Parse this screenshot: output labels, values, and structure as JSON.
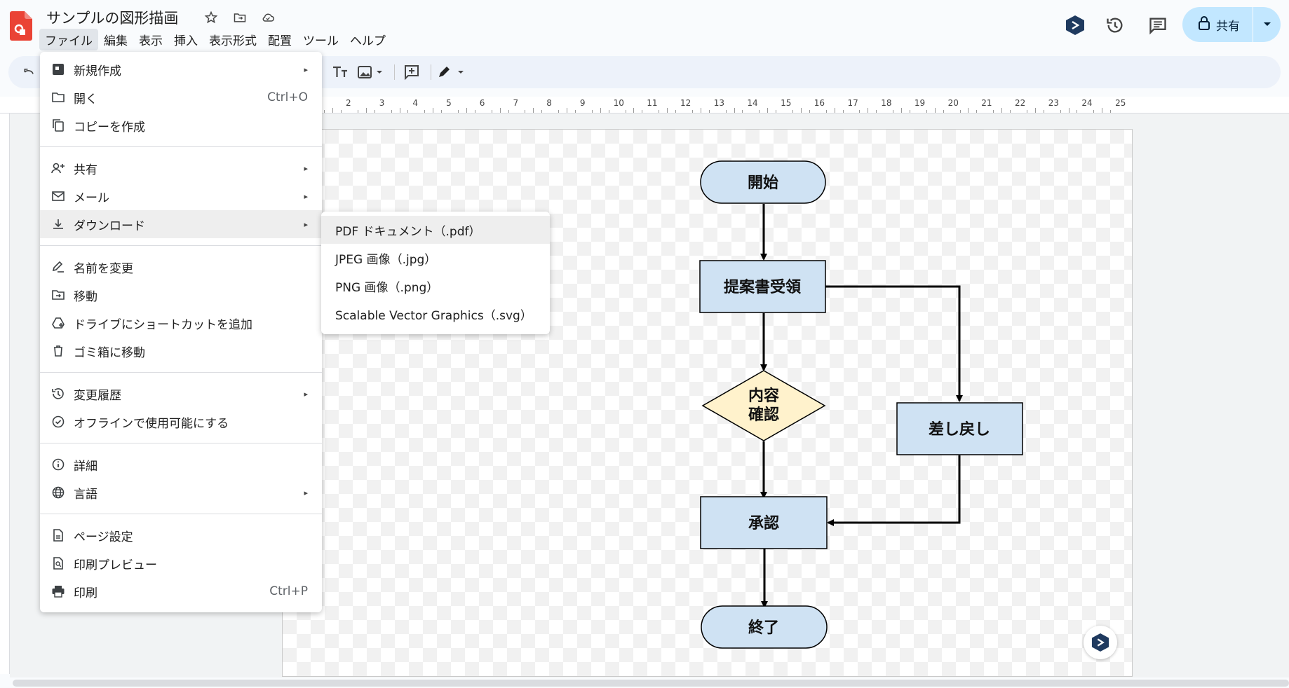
{
  "header": {
    "title": "サンプルの図形描画",
    "share_label": "共有"
  },
  "menubar": [
    "ファイル",
    "編集",
    "表示",
    "挿入",
    "表示形式",
    "配置",
    "ツール",
    "ヘルプ"
  ],
  "file_menu": {
    "items": [
      {
        "label": "新規作成",
        "icon": "new-icon",
        "arrow": "▸"
      },
      {
        "label": "開く",
        "icon": "folder-open-icon",
        "shortcut": "Ctrl+O"
      },
      {
        "label": "コピーを作成",
        "icon": "copy-icon"
      },
      {
        "label": "共有",
        "icon": "person-add-icon",
        "arrow": "▸"
      },
      {
        "label": "メール",
        "icon": "mail-icon",
        "arrow": "▸"
      },
      {
        "label": "ダウンロード",
        "icon": "download-icon",
        "arrow": "▸"
      },
      {
        "label": "名前を変更",
        "icon": "rename-icon"
      },
      {
        "label": "移動",
        "icon": "move-icon"
      },
      {
        "label": "ドライブにショートカットを追加",
        "icon": "drive-shortcut-icon"
      },
      {
        "label": "ゴミ箱に移動",
        "icon": "trash-icon"
      },
      {
        "label": "変更履歴",
        "icon": "history-icon",
        "arrow": "▸"
      },
      {
        "label": "オフラインで使用可能にする",
        "icon": "offline-icon"
      },
      {
        "label": "詳細",
        "icon": "info-icon"
      },
      {
        "label": "言語",
        "icon": "globe-icon",
        "arrow": "▸"
      },
      {
        "label": "ページ設定",
        "icon": "page-icon"
      },
      {
        "label": "印刷プレビュー",
        "icon": "print-preview-icon"
      },
      {
        "label": "印刷",
        "icon": "print-icon",
        "shortcut": "Ctrl+P"
      }
    ]
  },
  "download_submenu": [
    "PDF ドキュメント（.pdf）",
    "JPEG 画像（.jpg）",
    "PNG 画像（.png）",
    "Scalable Vector Graphics（.svg）"
  ],
  "ruler": [
    "2",
    "3",
    "4",
    "5",
    "6",
    "7",
    "8",
    "9",
    "10",
    "11",
    "12",
    "13",
    "14",
    "15",
    "16",
    "17",
    "18",
    "19",
    "20",
    "21",
    "22",
    "23",
    "24",
    "25"
  ],
  "flowchart": {
    "start": "開始",
    "receive": "提案書受領",
    "check_line1": "内容",
    "check_line2": "確認",
    "return": "差し戻し",
    "approve": "承認",
    "end": "終了"
  },
  "colors": {
    "box_fill": "#cfe2f3",
    "diamond_fill": "#fff2cc",
    "share_bg": "#c2e7ff",
    "menu_highlight": "#eeeeee"
  }
}
